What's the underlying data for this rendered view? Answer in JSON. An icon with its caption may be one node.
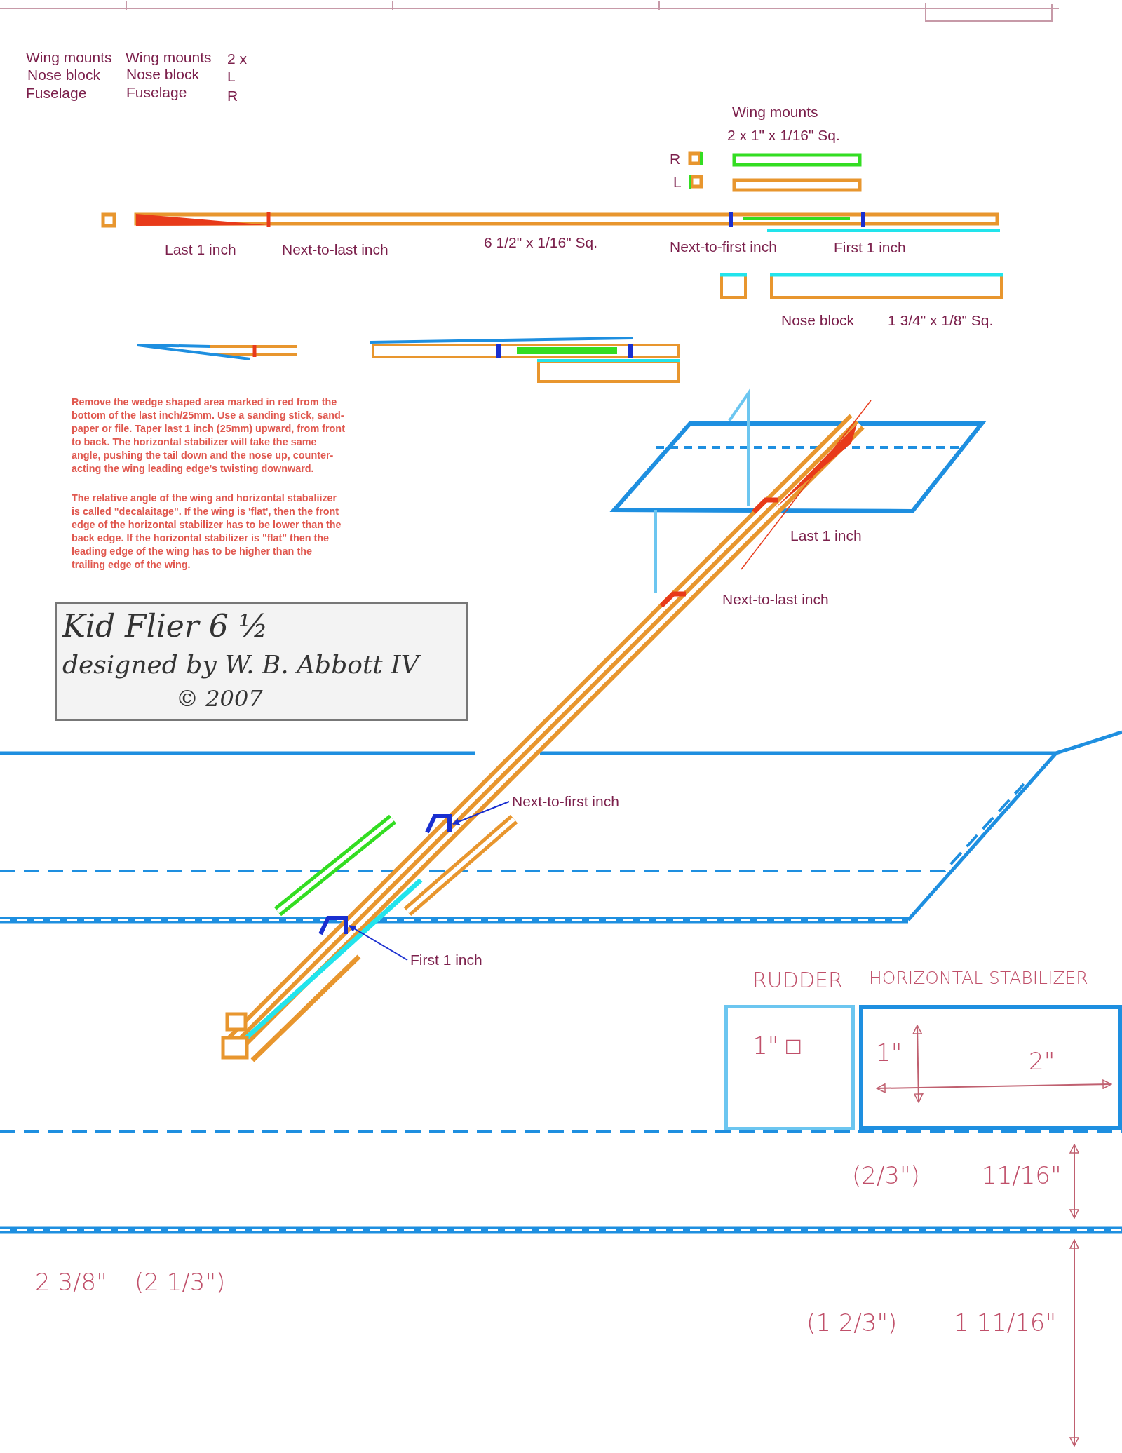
{
  "diagram": {
    "nodes": [
      {
        "text": [
          "Kid Flier 6 ½",
          "designed by W. B. Abbott IV",
          "© 2007"
        ]
      },
      {
        "text": [
          "Next-to-first inch"
        ]
      },
      {
        "text": [],
        "shape": "bar"
      },
      {
        "text": [
          "First 1 inch"
        ]
      },
      {
        "text": [],
        "shape": "bar"
      },
      {
        "text": [
          "RUDDER",
          "1\" □"
        ]
      },
      {
        "text": [
          "HORIZONTAL STABILIZER",
          "1\"",
          "2\""
        ]
      }
    ],
    "edges": [
      {
        "from": 1,
        "to": 2,
        "arrow": "to"
      },
      {
        "from": 3,
        "to": 4,
        "arrow": "to"
      }
    ],
    "labels": [
      "Wing mounts",
      "Wing mounts",
      "2 x",
      "Nose block",
      "Nose block",
      "L",
      "Fuselage",
      "Fuselage",
      "R",
      "Wing mounts",
      "2 x 1\" x 1/16\" Sq.",
      "R",
      "L",
      "Last 1 inch",
      "Next-to-last inch",
      "6 1/2\" x 1/16\" Sq.",
      "Next-to-first inch",
      "First 1 inch",
      "Nose block",
      "1 3/4\" x 1/8\" Sq.",
      "Remove the wedge shaped area marked in red from the bottom of the last inch/25mm. Use  a sanding stick, sand-paper or file. Taper last 1 inch (25mm) upward, from front to back. The horizontal stabilizer will take the same angle, pushing the tail down and the nose up, counter-acting the wing leading edge's twisting downward.",
      "The relative angle of the wing and horizontal stabaliizer is called \"decalaitage\". If the wing is 'flat', then the front edge of the horizontal stabilizer has to be lower than the back edge.  If the horizontal stabilizer is \"flat\" then the leading edge of the wing has to be higher than the trailing edge of the wing.",
      "Last 1 inch",
      "Next-to-last inch",
      "2 3/8\"",
      "(2 1/3\")",
      "(2/3\")",
      "11/16\"",
      "(1 2/3\")",
      "1 11/16\""
    ]
  }
}
